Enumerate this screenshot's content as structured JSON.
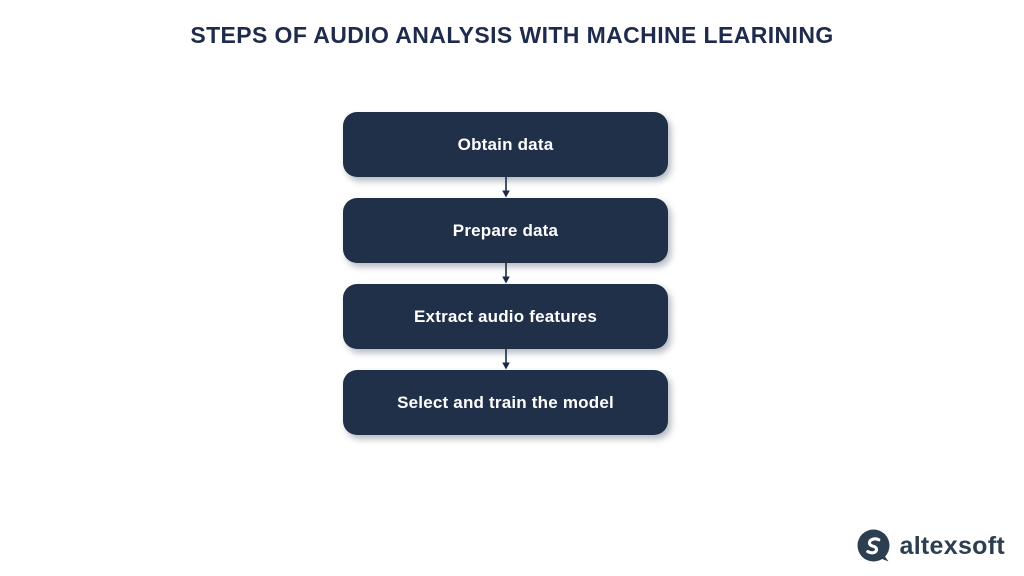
{
  "title": "STEPS OF AUDIO ANALYSIS WITH MACHINE LEARINING",
  "flowchart": {
    "direction": "top-down",
    "steps": [
      {
        "label": "Obtain data"
      },
      {
        "label": "Prepare data"
      },
      {
        "label": "Extract audio features"
      },
      {
        "label": "Select and train the model"
      }
    ]
  },
  "logo": {
    "text": "altexsoft",
    "icon": "altexsoft-s-bubble-icon"
  },
  "colors": {
    "background": "#ffffff",
    "title_text": "#1e2b4d",
    "node_background": "#1f3048",
    "node_text": "#ffffff",
    "arrow": "#1c2b45",
    "logo_text": "#2d3e50"
  }
}
